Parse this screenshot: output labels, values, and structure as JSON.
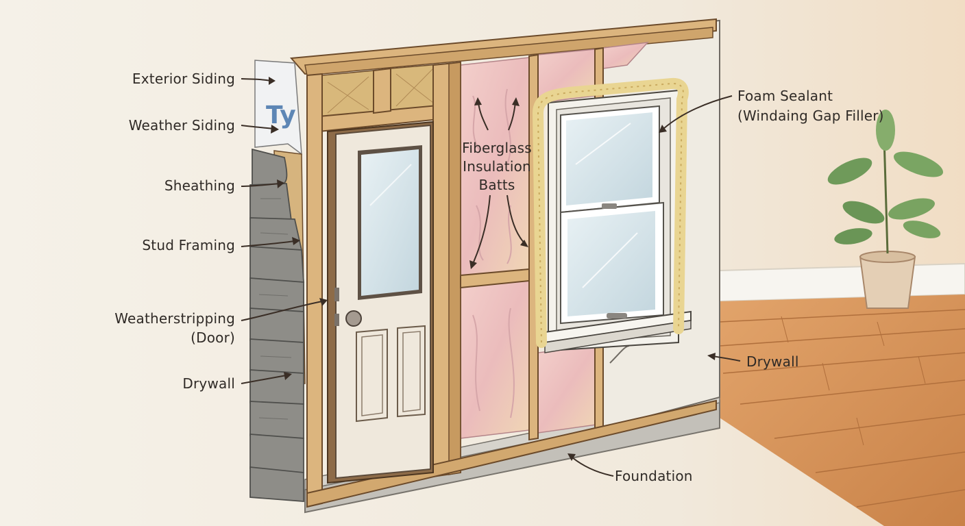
{
  "labels": {
    "exterior_siding": "Exterior Siding",
    "weather_siding": "Weather Siding",
    "sheathing": "Sheathing",
    "stud_framing": "Stud Framing",
    "weatherstripping_line1": "Weatherstripping",
    "weatherstripping_line2": "(Door)",
    "drywall_left": "Drywall",
    "fiberglass_line1": "Fiberglass",
    "fiberglass_line2": "Insulation",
    "fiberglass_line3": "Batts",
    "foam_line1": "Foam Sealant",
    "foam_line2": "(Windaing Gap Filler)",
    "drywall_right": "Drywall",
    "foundation": "Foundation"
  },
  "wrap_text": "Ty",
  "colors": {
    "background": "#f3efe6",
    "wood": "#dcb57e",
    "wood_dark": "#b98a52",
    "insulation": "#eec3c3",
    "siding": "#8a8a86",
    "drywall": "#efebe2",
    "foundation": "#bdbab3",
    "floor": "#d7955a",
    "foam": "#f1de9c",
    "label_text": "#2f2a26"
  }
}
